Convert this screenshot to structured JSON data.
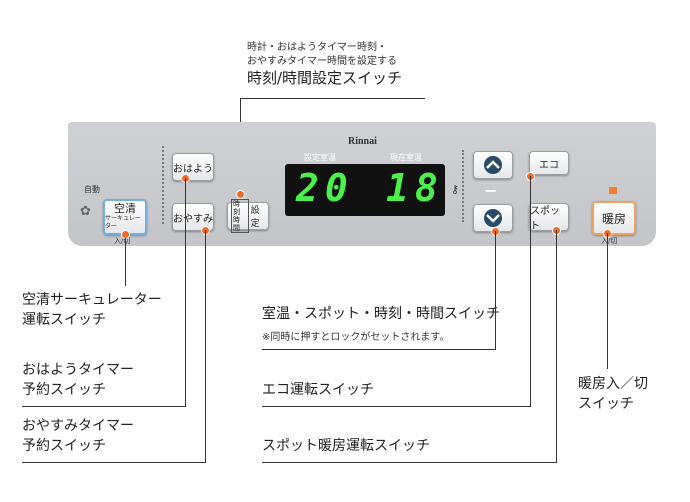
{
  "panel": {
    "brand": "Rinnai",
    "auto_label": "自動",
    "kusei": {
      "line1": "空清",
      "line2": "サーキュレーター",
      "sub": "入/切"
    },
    "ohayou": "おはよう",
    "oyasumi": "おやすみ",
    "jikoku": {
      "line1": "時刻",
      "line2": "時間",
      "side": "設定"
    },
    "lcd": {
      "set_temp_caption": "設定室温",
      "room_temp_caption": "現在室温",
      "set_temp": "20",
      "room_temp": "18"
    },
    "minus": "−",
    "eco": "エコ",
    "spot": "スポット",
    "danbou": {
      "label": "暖房",
      "sub": "入/切"
    }
  },
  "annotations": {
    "top_small_1": "時計・おはようタイマー時刻・",
    "top_small_2": "おやすみタイマー時間を設定する",
    "top_title": "時刻/時間設定スイッチ",
    "kusei_1": "空清サーキュレーター",
    "kusei_2": "運転スイッチ",
    "ohayou_1": "おはようタイマー",
    "ohayou_2": "予約スイッチ",
    "oyasumi_1": "おやすみタイマー",
    "oyasumi_2": "予約スイッチ",
    "updown": "室温・スポット・時刻・時間スイッチ",
    "updown_note": "※同時に押すとロックがセットされます。",
    "eco": "エコ運転スイッチ",
    "spot": "スポット暖房運転スイッチ",
    "danbou_1": "暖房入／切",
    "danbou_2": "スイッチ"
  }
}
